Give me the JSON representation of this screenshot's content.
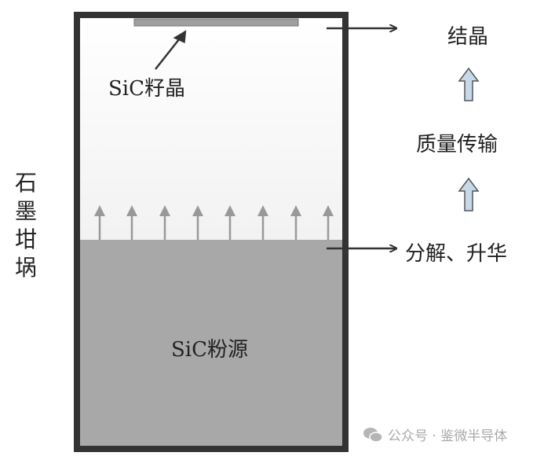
{
  "labels": {
    "seed": "SiC籽晶",
    "powder": "SiC粉源",
    "crucible": "石墨坩埚",
    "crystallization": "结晶",
    "mass_transport": "质量传输",
    "decomposition": "分解、升华"
  },
  "watermark": {
    "icon": "wechat-icon",
    "text": "公众号 · 鉴微半导体"
  },
  "colors": {
    "wall": "#333333",
    "powder": "#a8a8a8",
    "seed": "#9e9e9e",
    "flow_arrow": "#999999",
    "process_arrow": "#c5d9ea"
  }
}
